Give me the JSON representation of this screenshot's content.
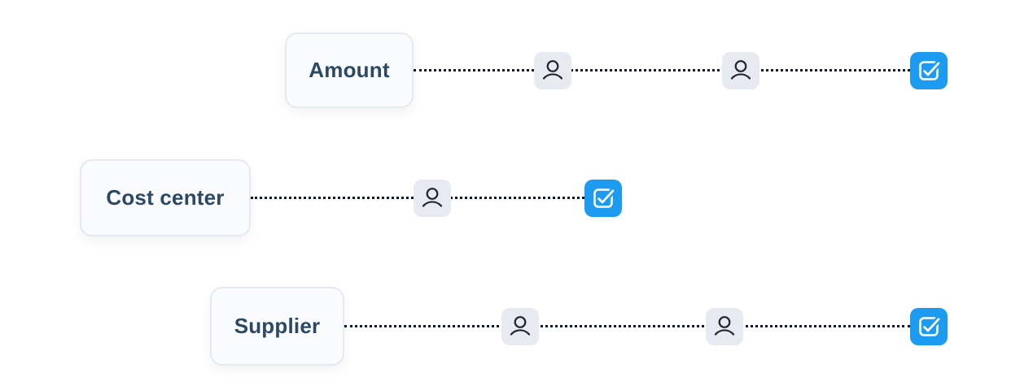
{
  "diagram": {
    "title": "approval-workflow-diagram",
    "rows": [
      {
        "label": "Amount",
        "approver_steps": 2,
        "outcome": "approved"
      },
      {
        "label": "Cost center",
        "approver_steps": 1,
        "outcome": "approved"
      },
      {
        "label": "Supplier",
        "approver_steps": 2,
        "outcome": "approved"
      }
    ],
    "icons": {
      "approver": "user-icon",
      "outcome": "checkbox-approved-icon"
    },
    "colors": {
      "background": "#ffffff",
      "label_text": "#2b4865",
      "label_box_bg": "#fafbfd",
      "label_box_border": "#e5e9f0",
      "user_tile_bg": "#e8eaf2",
      "user_glyph": "#1f242e",
      "check_tile_bg": "#1d9bf0",
      "check_glyph": "#ffffff",
      "connector_line": "#111827"
    }
  }
}
